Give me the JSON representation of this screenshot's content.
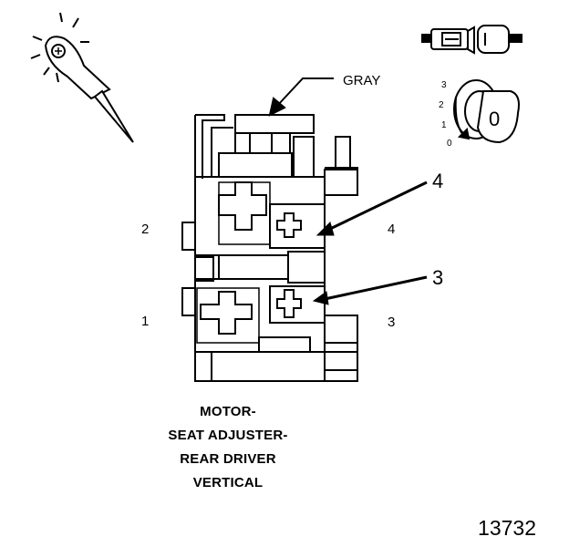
{
  "connector": {
    "color_label": "GRAY",
    "pins": {
      "pin1": "1",
      "pin2": "2",
      "pin3": "3",
      "pin4": "4"
    },
    "callouts": {
      "c4": "4",
      "c3": "3"
    }
  },
  "caption": {
    "line1": "MOTOR-",
    "line2": "SEAT ADJUSTER-",
    "line3": "REAR DRIVER",
    "line4": "VERTICAL"
  },
  "ignition_switch": {
    "positions": [
      "3",
      "2",
      "1",
      "0"
    ],
    "key_label": "0"
  },
  "figure_number": "13732",
  "icons": [
    "test-probe-icon",
    "connector-icon",
    "ignition-key-icon"
  ],
  "colors": {
    "line": "#000000",
    "background": "#ffffff"
  }
}
